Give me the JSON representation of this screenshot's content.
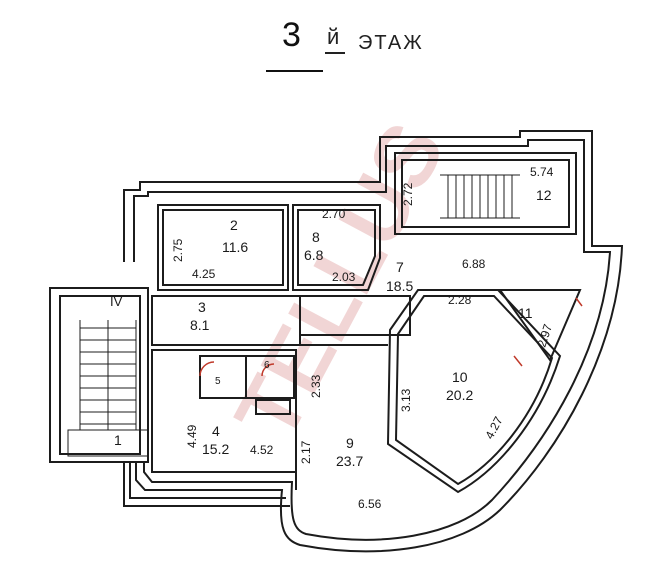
{
  "title": {
    "number": "3",
    "suffix": "й",
    "word": "ЭТАЖ"
  },
  "watermark": "TELLUS",
  "colors": {
    "wall": "#1c1c1c",
    "accent_red": "#c03a2b",
    "watermark": "#b31c1c"
  },
  "stair_marker": "IV",
  "rooms": [
    {
      "id": "1",
      "area": ""
    },
    {
      "id": "2",
      "area": "11.6"
    },
    {
      "id": "3",
      "area": "8.1"
    },
    {
      "id": "4",
      "area": "15.2"
    },
    {
      "id": "5",
      "area": ""
    },
    {
      "id": "6",
      "area": ""
    },
    {
      "id": "7",
      "area": "18.5"
    },
    {
      "id": "8",
      "area": "6.8"
    },
    {
      "id": "9",
      "area": "23.7"
    },
    {
      "id": "10",
      "area": "20.2"
    },
    {
      "id": "11",
      "area": ""
    },
    {
      "id": "12",
      "area": ""
    }
  ],
  "dimensions": [
    "2.75",
    "4.25",
    "2.70",
    "2.03",
    "6.88",
    "2.72",
    "5.74",
    "2.28",
    "2.97",
    "4.27",
    "3.13",
    "2.33",
    "2.17",
    "4.49",
    "4.52",
    "6.56"
  ]
}
